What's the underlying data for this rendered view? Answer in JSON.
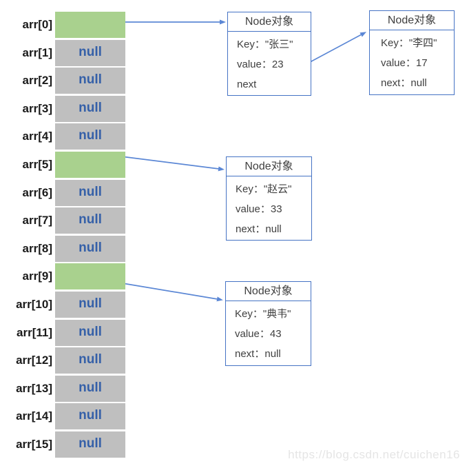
{
  "array": {
    "cells": [
      {
        "label": "arr[0]",
        "value": "",
        "state": "occupied"
      },
      {
        "label": "arr[1]",
        "value": "null",
        "state": "empty"
      },
      {
        "label": "arr[2]",
        "value": "null",
        "state": "empty"
      },
      {
        "label": "arr[3]",
        "value": "null",
        "state": "empty"
      },
      {
        "label": "arr[4]",
        "value": "null",
        "state": "empty"
      },
      {
        "label": "arr[5]",
        "value": "",
        "state": "occupied"
      },
      {
        "label": "arr[6]",
        "value": "null",
        "state": "empty"
      },
      {
        "label": "arr[7]",
        "value": "null",
        "state": "empty"
      },
      {
        "label": "arr[8]",
        "value": "null",
        "state": "empty"
      },
      {
        "label": "arr[9]",
        "value": "",
        "state": "occupied"
      },
      {
        "label": "arr[10]",
        "value": "null",
        "state": "empty"
      },
      {
        "label": "arr[11]",
        "value": "null",
        "state": "empty"
      },
      {
        "label": "arr[12]",
        "value": "null",
        "state": "empty"
      },
      {
        "label": "arr[13]",
        "value": "null",
        "state": "empty"
      },
      {
        "label": "arr[14]",
        "value": "null",
        "state": "empty"
      },
      {
        "label": "arr[15]",
        "value": "null",
        "state": "empty"
      }
    ]
  },
  "nodes": [
    {
      "title": "Node对象",
      "lines": [
        "Key：\"张三\"",
        "value：23",
        "next"
      ]
    },
    {
      "title": "Node对象",
      "lines": [
        "Key：\"李四\"",
        "value：17",
        "next：null"
      ]
    },
    {
      "title": "Node对象",
      "lines": [
        "Key：\"赵云\"",
        "value：33",
        "next：null"
      ]
    },
    {
      "title": "Node对象",
      "lines": [
        "Key：\"典韦\"",
        "value：43",
        "next：null"
      ]
    }
  ],
  "connections": [
    {
      "from": "arr[0]",
      "to": "node-zhangsan"
    },
    {
      "from": "node-zhangsan.next",
      "to": "node-lisi"
    },
    {
      "from": "arr[5]",
      "to": "node-zhaoyun"
    },
    {
      "from": "arr[9]",
      "to": "node-dianwei"
    }
  ],
  "watermark": "https://blog.csdn.net/cuichen16",
  "colors": {
    "occupied_cell": "#a9d18e",
    "empty_cell": "#bfbfbf",
    "null_text": "#3560a8",
    "node_border": "#4472c4",
    "arrow": "#5b87d5"
  }
}
